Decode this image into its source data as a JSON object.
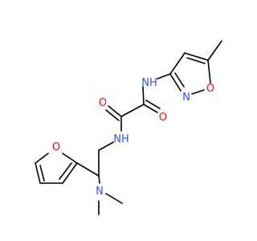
{
  "molecule": {
    "atoms": [
      {
        "id": "o_amide_1",
        "label": "O",
        "color": "#ff0d0d"
      },
      {
        "id": "o_amide_2",
        "label": "O",
        "color": "#ff0d0d"
      },
      {
        "id": "nh_top",
        "label": "NH",
        "color": "#3050f8"
      },
      {
        "id": "nh_mid",
        "label": "NH",
        "color": "#3050f8"
      },
      {
        "id": "n_ring",
        "label": "N",
        "color": "#3050f8"
      },
      {
        "id": "o_isoxazole",
        "label": "O",
        "color": "#ff0d0d"
      },
      {
        "id": "o_furan",
        "label": "O",
        "color": "#ff0d0d"
      },
      {
        "id": "n_dimethyl",
        "label": "N",
        "color": "#3050f8"
      }
    ]
  }
}
